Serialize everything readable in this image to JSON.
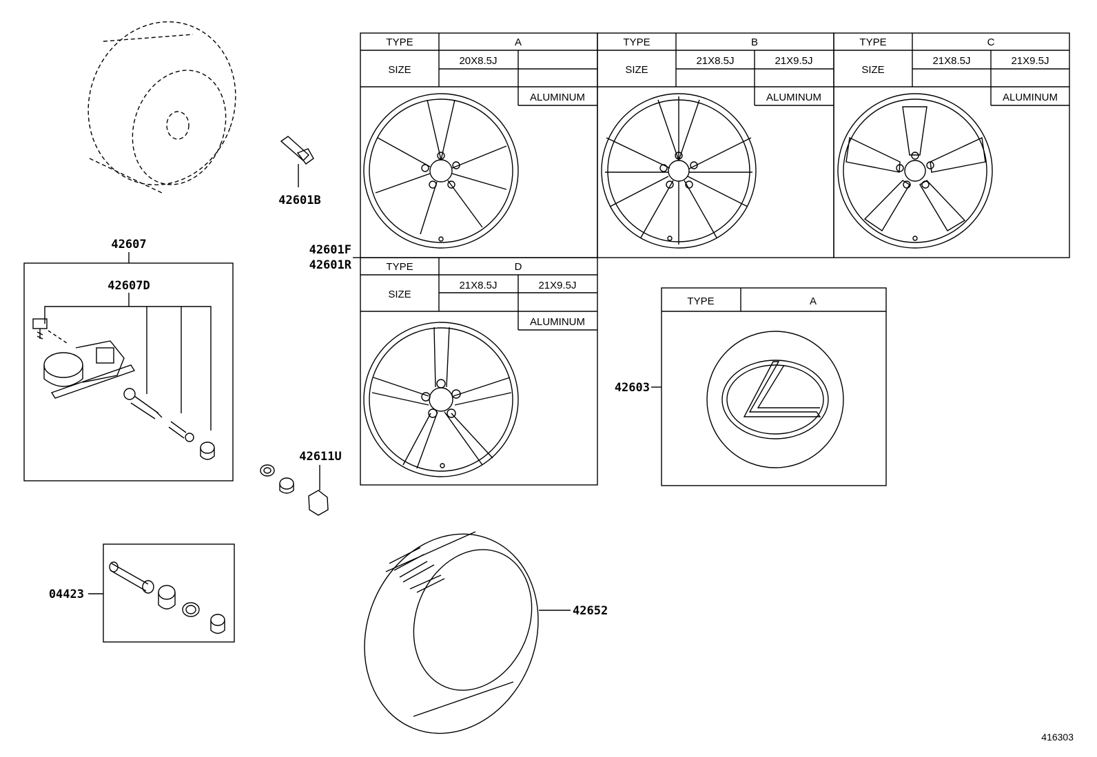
{
  "tables": {
    "A": {
      "type_label": "TYPE",
      "type_value": "A",
      "size_label": "SIZE",
      "sizes": [
        "20X8.5J",
        ""
      ],
      "material": "ALUMINUM"
    },
    "B": {
      "type_label": "TYPE",
      "type_value": "B",
      "size_label": "SIZE",
      "sizes": [
        "21X8.5J",
        "21X9.5J"
      ],
      "material": "ALUMINUM"
    },
    "C": {
      "type_label": "TYPE",
      "type_value": "C",
      "size_label": "SIZE",
      "sizes": [
        "21X8.5J",
        "21X9.5J"
      ],
      "material": "ALUMINUM"
    },
    "D": {
      "type_label": "TYPE",
      "type_value": "D",
      "size_label": "SIZE",
      "sizes": [
        "21X8.5J",
        "21X9.5J"
      ],
      "material": "ALUMINUM"
    },
    "cap": {
      "type_label": "TYPE",
      "type_value": "A"
    }
  },
  "callouts": {
    "lug_bolt": "42601B",
    "tpms_assembly": "42607",
    "tpms_sensor": "42607D",
    "wheel_front": "42601F",
    "wheel_rear": "42601R",
    "valve_cap": "42611U",
    "valve_kit": "04423",
    "center_cap": "42603",
    "tire": "42652"
  },
  "figure_id": "416303",
  "colors": {
    "line": "#000000",
    "background": "#ffffff"
  }
}
